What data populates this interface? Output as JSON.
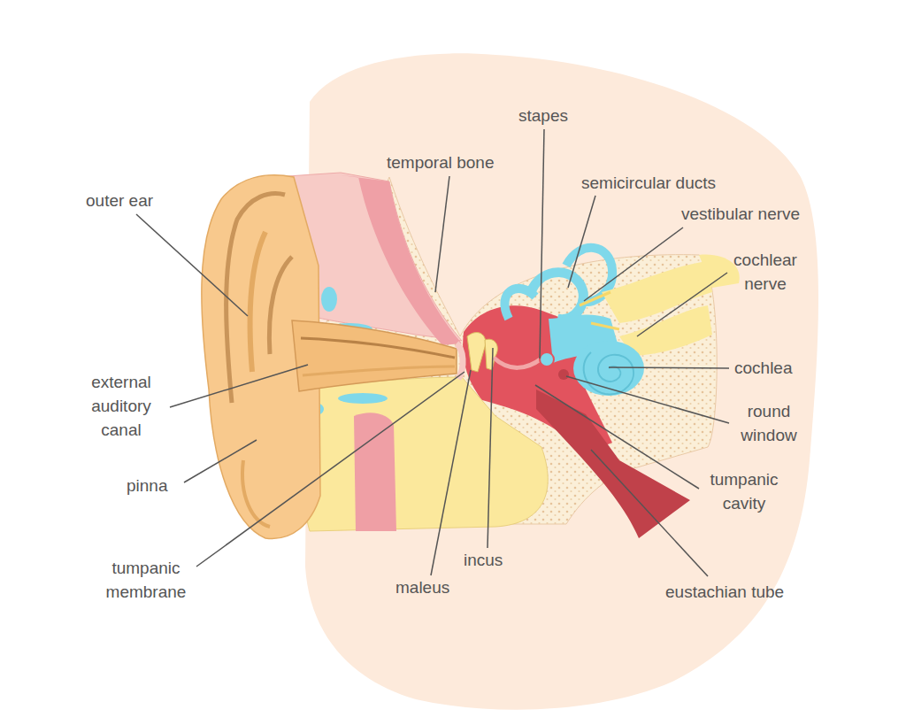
{
  "diagram": {
    "labels": [
      "outer ear",
      "external auditory canal",
      "pinna",
      "tumpanic membrane",
      "maleus",
      "incus",
      "stapes",
      "temporal bone",
      "semicircular ducts",
      "vestibular nerve",
      "cochlear nerve",
      "cochlea",
      "round window",
      "tumpanic cavity",
      "eustachian tube"
    ]
  }
}
